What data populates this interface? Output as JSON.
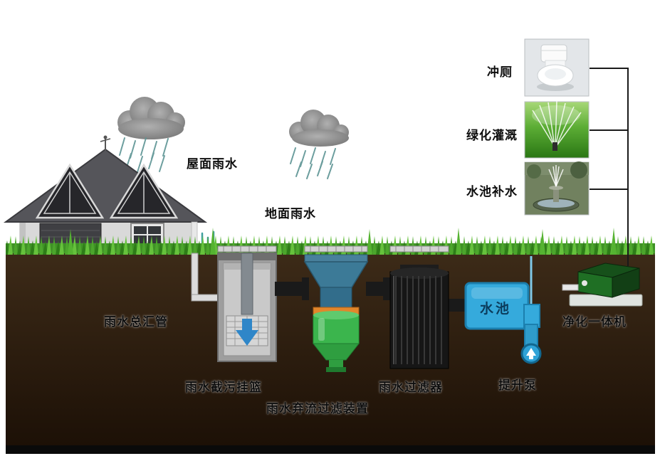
{
  "labels": {
    "roof_rain": "屋面雨水",
    "ground_rain": "地面雨水",
    "main_pipe": "雨水总汇管",
    "interception_basket": "雨水截污挂篮",
    "diversion_filter": "雨水弃流过滤装置",
    "rain_filter": "雨水过滤器",
    "tank": "水池",
    "lift_pump": "提升泵",
    "purifier": "净化一体机",
    "toilet": "冲厕",
    "irrigation": "绿化灌溉",
    "pool_refill": "水池补水"
  },
  "colors": {
    "soil_top": "#3d2b18",
    "soil_bottom": "#1c1006",
    "grass": "#3f9226",
    "tank_blue": "#35aadc",
    "device_green": "#3bb54d",
    "funnel_teal": "#3c7a97",
    "orange_ring": "#e2862b",
    "purifier_green": "#1f6f24",
    "cloud_gray": "#8a8a8a",
    "rain_teal": "#5d9494",
    "pipe_black": "#1a1a1a"
  }
}
